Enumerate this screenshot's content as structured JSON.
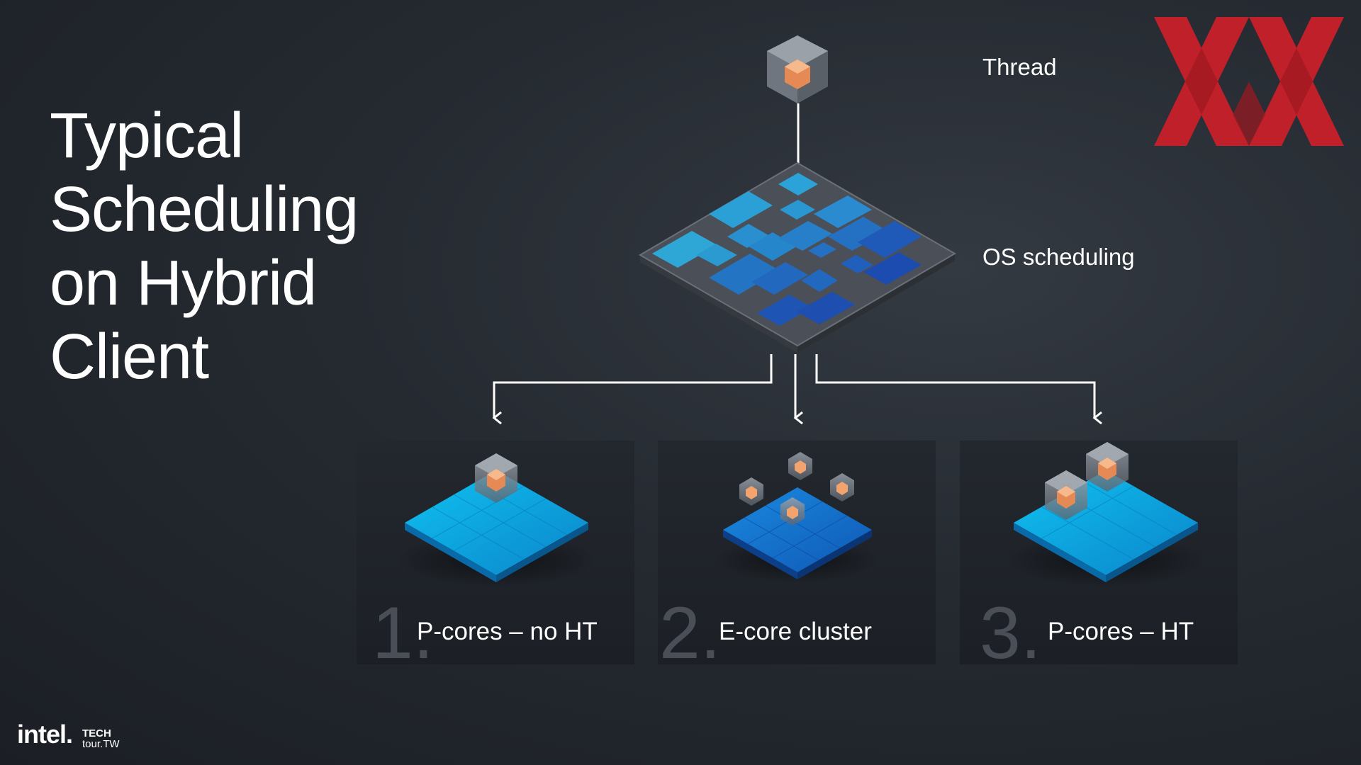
{
  "title": [
    "Typical",
    "Scheduling",
    "on Hybrid",
    "Client"
  ],
  "nodes": {
    "thread": "Thread",
    "os": "OS scheduling"
  },
  "options": [
    {
      "num": "1.",
      "label": "P-cores – no HT"
    },
    {
      "num": "2.",
      "label": "E-core cluster"
    },
    {
      "num": "3.",
      "label": "P-cores – HT"
    }
  ],
  "footer": {
    "brand": "intel.",
    "event_line1": "TECH",
    "event_line2": "tour.TW"
  },
  "colors": {
    "accent_blue": "#12a8e6",
    "dark_blue": "#1e4fb8",
    "cube_orange": "#f2a36e",
    "watermark_red": "#c8202a"
  }
}
